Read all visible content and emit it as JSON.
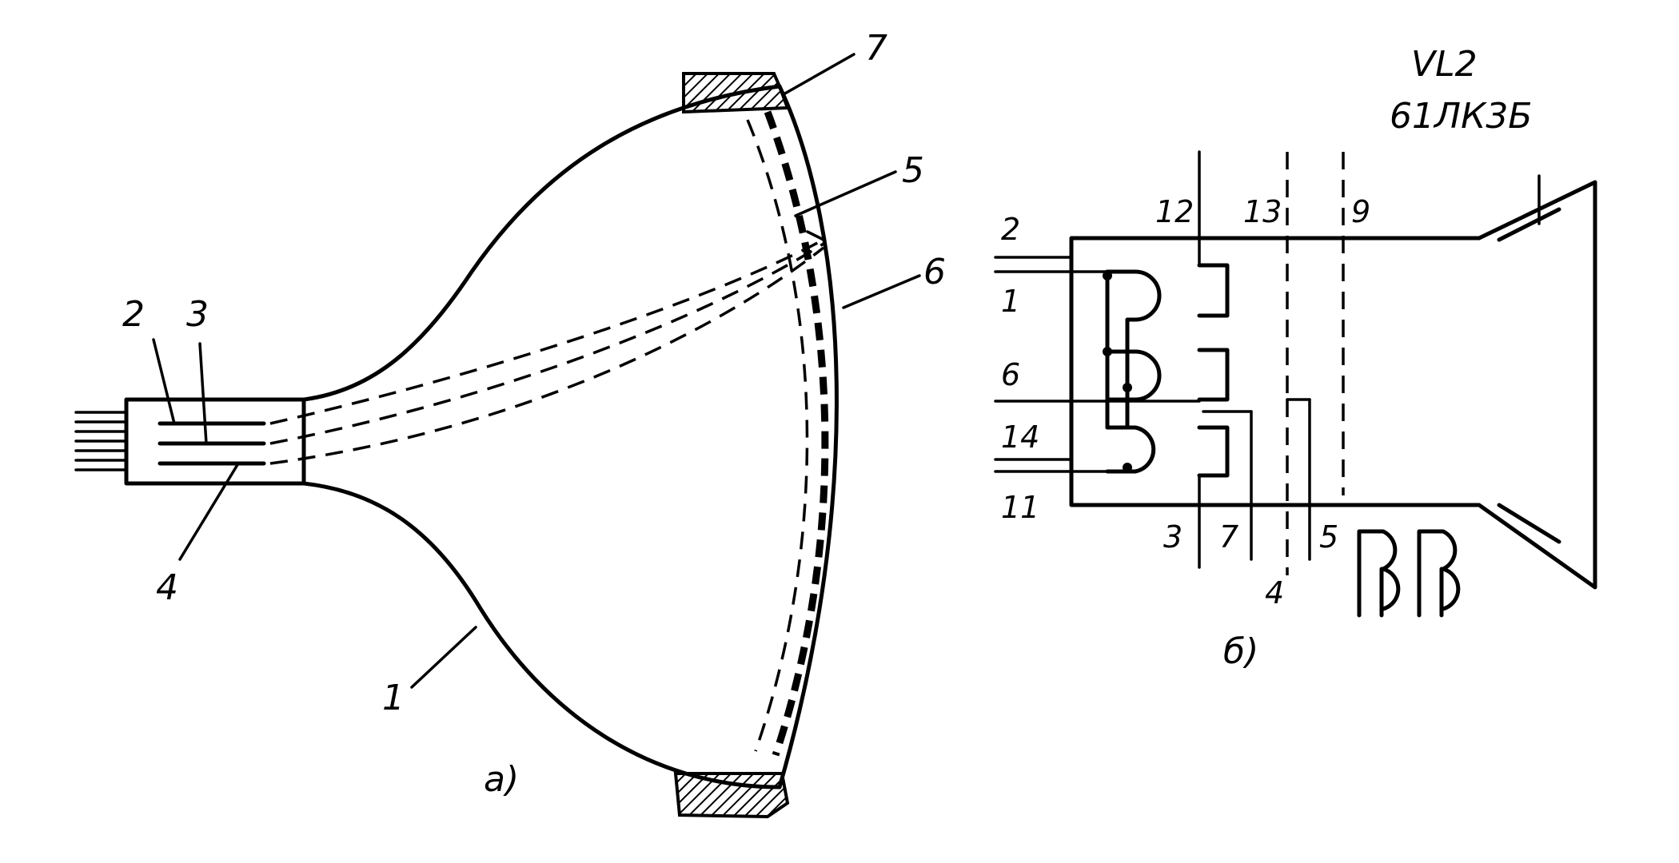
{
  "diagram_a": {
    "caption": "а)",
    "labels": {
      "l1": "1",
      "l2": "2",
      "l3": "3",
      "l4": "4",
      "l5": "5",
      "l6": "6",
      "l7": "7"
    }
  },
  "diagram_b": {
    "caption": "б)",
    "tube_designator": "VL2",
    "tube_type": "61ЛК3Б",
    "pins": {
      "p2": "2",
      "p1": "1",
      "p6": "6",
      "p14": "14",
      "p11": "11",
      "p12": "12",
      "p13": "13",
      "p9": "9",
      "p3": "3",
      "p7": "7",
      "p4": "4",
      "p5": "5"
    }
  },
  "colors": {
    "ink": "#000000",
    "paper": "#ffffff"
  }
}
